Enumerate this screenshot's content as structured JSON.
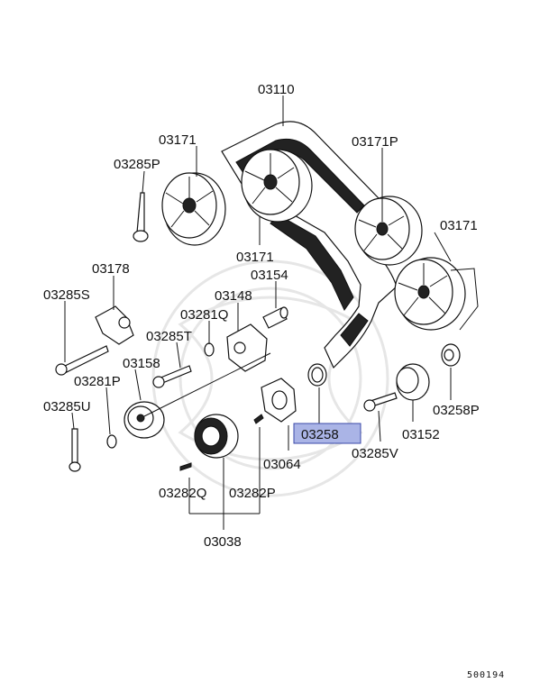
{
  "diagram": {
    "image_code": "500194",
    "highlight_color": "#aab4e6",
    "labels": [
      {
        "id": "timing-belt",
        "text": "03110"
      },
      {
        "id": "cam-sprocket-left",
        "text": "03171"
      },
      {
        "id": "bolt-left-sprocket",
        "text": "03285P"
      },
      {
        "id": "cam-sprocket-right-top",
        "text": "03171P"
      },
      {
        "id": "cam-sprocket-right",
        "text": "03171"
      },
      {
        "id": "cam-sprocket-center",
        "text": "03171"
      },
      {
        "id": "tensioner-arm-bracket",
        "text": "03178"
      },
      {
        "id": "spacer-03154",
        "text": "03154"
      },
      {
        "id": "bolt-03285s",
        "text": "03285S"
      },
      {
        "id": "tensioner-03148",
        "text": "03148"
      },
      {
        "id": "washer-03281q",
        "text": "03281Q"
      },
      {
        "id": "bolt-03285t",
        "text": "03285T"
      },
      {
        "id": "pin-03158",
        "text": "03158"
      },
      {
        "id": "washer-03281p",
        "text": "03281P"
      },
      {
        "id": "bolt-03285u",
        "text": "03285U"
      },
      {
        "id": "plate-03064",
        "text": "03064"
      },
      {
        "id": "spacer-ring-03258",
        "text": "03258"
      },
      {
        "id": "bolt-03285v",
        "text": "03285V"
      },
      {
        "id": "idler-03152",
        "text": "03152"
      },
      {
        "id": "collar-03258p",
        "text": "03258P"
      },
      {
        "id": "key-03282q",
        "text": "03282Q"
      },
      {
        "id": "key-03282p",
        "text": "03282P"
      },
      {
        "id": "crank-sprocket-03038",
        "text": "03038"
      }
    ]
  }
}
